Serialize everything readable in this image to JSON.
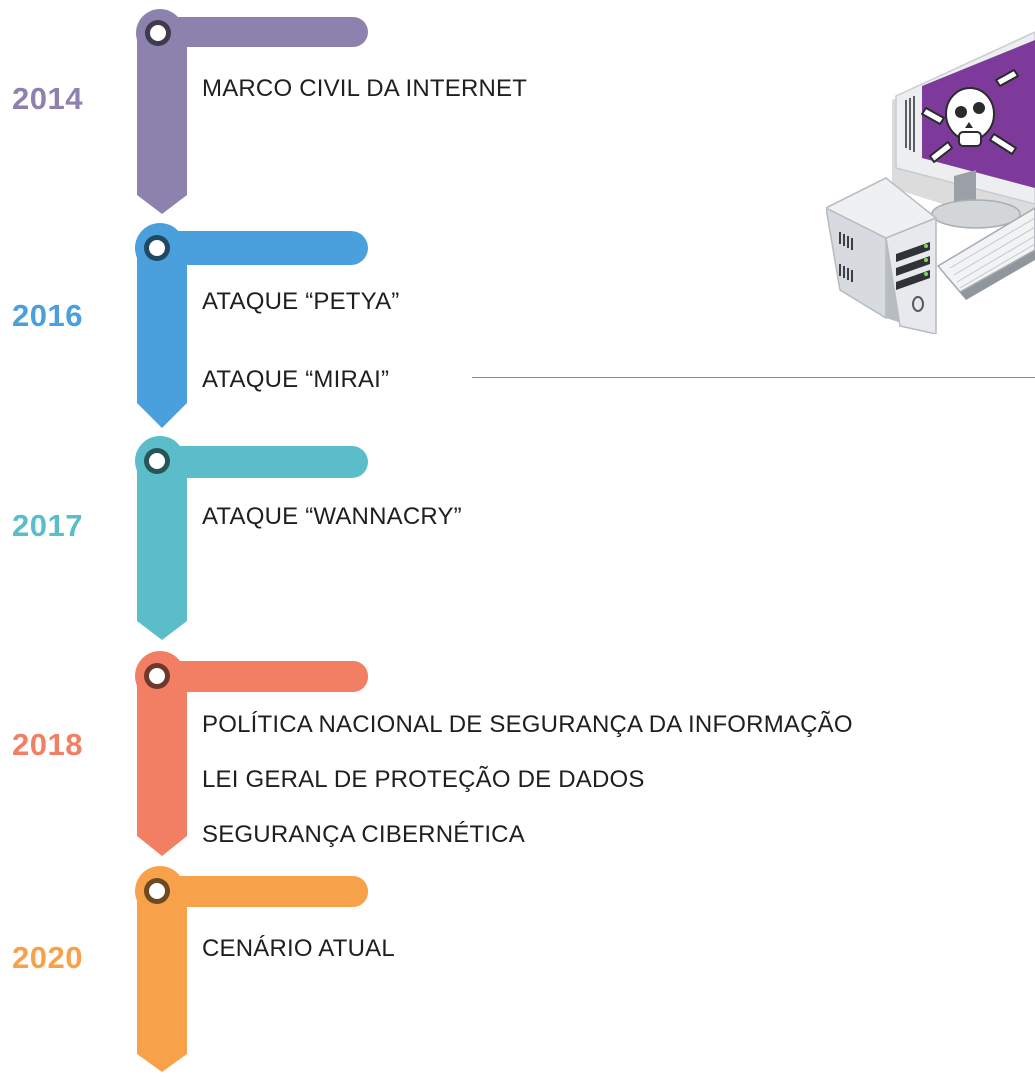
{
  "timeline": [
    {
      "year": "2014",
      "color": "#8d82ae",
      "events": [
        "MARCO CIVIL DA INTERNET"
      ]
    },
    {
      "year": "2016",
      "color": "#4aa0dc",
      "events": [
        "ATAQUE “PETYA”",
        "ATAQUE “MIRAI”"
      ]
    },
    {
      "year": "2017",
      "color": "#5bbdc9",
      "events": [
        "ATAQUE “WANNACRY”"
      ]
    },
    {
      "year": "2018",
      "color": "#f27e63",
      "events": [
        "POLÍTICA NACIONAL DE SEGURANÇA DA INFORMAÇÃO",
        "LEI GERAL DE PROTEÇÃO DE DADOS",
        "SEGURANÇA CIBERNÉTICA"
      ]
    },
    {
      "year": "2020",
      "color": "#f7a24a",
      "events": [
        "CENÁRIO ATUAL"
      ]
    }
  ],
  "illustration": {
    "icon": "hacked-computer-icon",
    "screen_color": "#7d3a9a"
  },
  "connector_color": "#4a9fd9"
}
